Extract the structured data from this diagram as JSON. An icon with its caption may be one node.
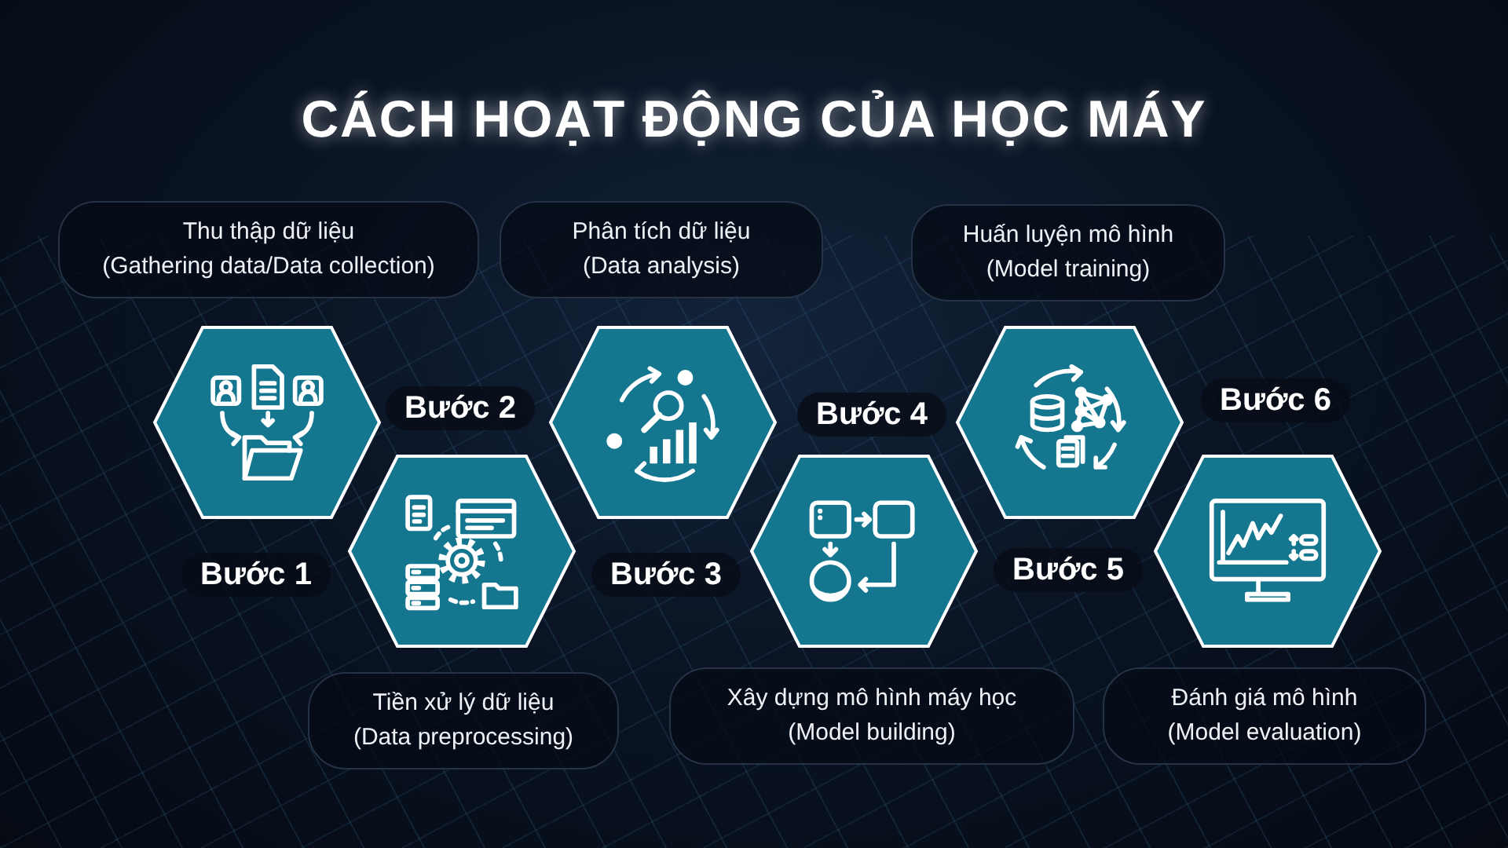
{
  "diagram": {
    "title": "CÁCH HOẠT ĐỘNG CỦA HỌC MÁY",
    "nodes": [
      {
        "text": [
          "Thu thập dữ liệu",
          "(Gathering data/Data collection)"
        ]
      },
      {
        "text": [],
        "shape": "hexagon",
        "beside": [
          "Bước 1"
        ]
      },
      {
        "text": [],
        "shape": "hexagon",
        "beside": [
          "Bước 2"
        ]
      },
      {
        "text": [
          "Tiền xử lý dữ liệu",
          "(Data preprocessing)"
        ]
      },
      {
        "text": [
          "Phân tích dữ liệu",
          "(Data analysis)"
        ]
      },
      {
        "text": [],
        "shape": "hexagon",
        "beside": [
          "Bước 3"
        ]
      },
      {
        "text": [],
        "shape": "hexagon",
        "beside": [
          "Bước 4"
        ]
      },
      {
        "text": [
          "Xây dựng mô hình máy học",
          "(Model building)"
        ]
      },
      {
        "text": [
          "Huấn luyện mô hình",
          "(Model training)"
        ]
      },
      {
        "text": [],
        "shape": "hexagon",
        "beside": [
          "Bước 5"
        ]
      },
      {
        "text": [],
        "shape": "hexagon",
        "beside": [
          "Bước 6"
        ]
      },
      {
        "text": [
          "Đánh giá mô hình",
          "(Model evaluation)"
        ]
      }
    ]
  }
}
